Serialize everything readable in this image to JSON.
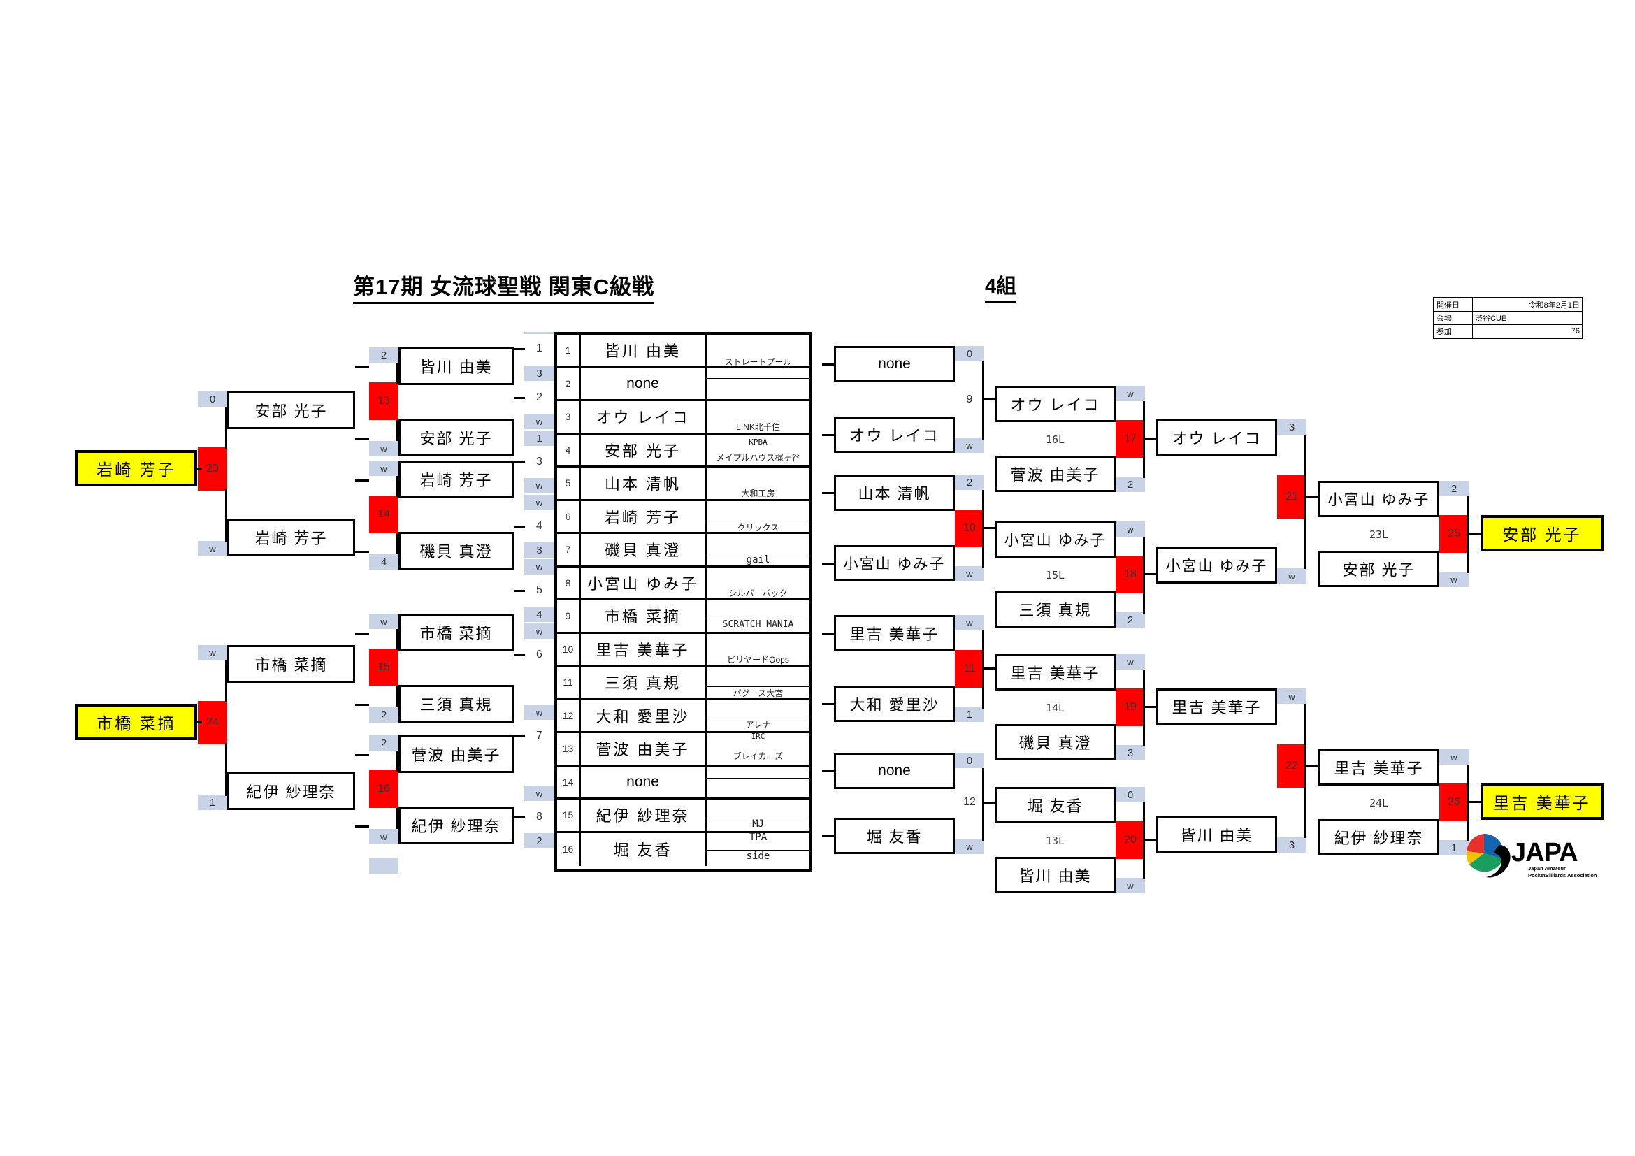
{
  "header": {
    "title": "第17期  女流球聖戦  関東C級戦",
    "group": "4組"
  },
  "info": {
    "rows": [
      {
        "label": "開催日",
        "value": "令和8年2月1日",
        "align": "right"
      },
      {
        "label": "会場",
        "value": "渋谷CUE",
        "align": "left"
      },
      {
        "label": "参加",
        "value": "76",
        "align": "right"
      }
    ]
  },
  "logo": {
    "wordmark": "JAPA",
    "line1": "Japan Amateur",
    "line2": "PocketBilliards Association"
  },
  "colors": {
    "highlight": "#ffff00",
    "match_active": "#ff0000",
    "score_cell": "#c9d3e8",
    "line": "#000000"
  },
  "entries": [
    {
      "no": "1",
      "name": "皆川  由美",
      "club": "ストレートプール"
    },
    {
      "no": "2",
      "name": "none",
      "club": ""
    },
    {
      "no": "3",
      "name": "オウ  レイコ",
      "club": "LINK北千住"
    },
    {
      "no": "4",
      "name": "安部  光子",
      "club": "KPBA",
      "club2": "メイプルハウス梶ヶ谷"
    },
    {
      "no": "5",
      "name": "山本  清帆",
      "club": "大和工房"
    },
    {
      "no": "6",
      "name": "岩崎  芳子",
      "club": "クリックス"
    },
    {
      "no": "7",
      "name": "磯貝  真澄",
      "club": "gail"
    },
    {
      "no": "8",
      "name": "小宮山  ゆみ子",
      "club": "シルバーバック"
    },
    {
      "no": "9",
      "name": "市橋  菜摘",
      "club": "SCRATCH MANIA"
    },
    {
      "no": "10",
      "name": "里吉  美華子",
      "club": "ビリヤードOops"
    },
    {
      "no": "11",
      "name": "三須  真規",
      "club": "バグース大宮"
    },
    {
      "no": "12",
      "name": "大和  愛里沙",
      "club": "アレナ",
      "club2": "IRC"
    },
    {
      "no": "13",
      "name": "菅波  由美子",
      "club": "ブレイカーズ"
    },
    {
      "no": "14",
      "name": "none",
      "club": ""
    },
    {
      "no": "15",
      "name": "紀伊  紗理奈",
      "club": "MJ",
      "club2": "TPA"
    },
    {
      "no": "16",
      "name": "堀  友香",
      "club": "side"
    }
  ],
  "left_seeds": [
    {
      "name": "岩崎  芳子"
    },
    {
      "name": "市橋  菜摘"
    }
  ],
  "right_winners": [
    {
      "name": "安部  光子"
    },
    {
      "name": "里吉  美華子"
    }
  ],
  "colA_scores": [
    "1",
    "3",
    "2",
    "w",
    "1",
    "3",
    "w",
    "w",
    "4",
    "3",
    "w",
    "5",
    "4",
    "w",
    "6",
    "",
    "w",
    "7",
    "",
    "w",
    "8",
    "2"
  ],
  "round1": [
    {
      "match": "13",
      "top": "皆川  由美",
      "bot": "安部  光子",
      "score_top": "2",
      "score_bot": "w"
    },
    {
      "match": "14",
      "top": "岩崎  芳子",
      "bot": "磯貝  真澄",
      "score_top": "w",
      "score_bot": "4"
    },
    {
      "match": "15",
      "top": "市橋  菜摘",
      "bot": "三須  真規",
      "score_top": "w",
      "score_bot": "2"
    },
    {
      "match": "16",
      "top": "菅波  由美子",
      "bot": "紀伊  紗理奈",
      "score_top": "2",
      "score_bot": "w"
    }
  ],
  "left_outer": [
    {
      "match": "23",
      "top": "安部  光子",
      "bot": "岩崎  芳子",
      "score_top": "0",
      "score_bot": "w",
      "seed": "岩崎  芳子"
    },
    {
      "match": "24",
      "top": "市橋  菜摘",
      "bot": "紀伊  紗理奈",
      "score_top": "w",
      "score_bot": "1",
      "seed": "市橋  菜摘"
    }
  ],
  "round2": [
    {
      "match": "9",
      "red": false,
      "top": "none",
      "bot": "オウ  レイコ",
      "score_top": "0",
      "score_bot": "w"
    },
    {
      "match": "10",
      "red": true,
      "top": "山本  清帆",
      "bot": "小宮山  ゆみ子",
      "score_top": "2",
      "score_bot": "w"
    },
    {
      "match": "11",
      "red": true,
      "top": "里吉  美華子",
      "bot": "大和  愛里沙",
      "score_top": "w",
      "score_bot": "1"
    },
    {
      "match": "12",
      "red": false,
      "top": "none",
      "bot": "堀  友香",
      "score_top": "0",
      "score_bot": "w"
    }
  ],
  "round3": [
    {
      "match": "17",
      "loser": "16L",
      "top": "オウ  レイコ",
      "bot": "菅波  由美子",
      "score_top": "w",
      "score_bot": "2"
    },
    {
      "match": "18",
      "loser": "15L",
      "top": "小宮山  ゆみ子",
      "bot": "三須  真規",
      "score_top": "w",
      "score_bot": "2"
    },
    {
      "match": "19",
      "loser": "14L",
      "top": "里吉  美華子",
      "bot": "磯貝  真澄",
      "score_top": "w",
      "score_bot": "3"
    },
    {
      "match": "20",
      "loser": "13L",
      "top": "堀  友香",
      "bot": "皆川  由美",
      "score_top": "0",
      "score_bot": "w"
    }
  ],
  "round4": [
    {
      "match": "21",
      "top": "オウ  レイコ",
      "bot": "小宮山  ゆみ子",
      "score_top": "3",
      "score_bot": "w"
    },
    {
      "match": "22",
      "top": "里吉  美華子",
      "bot": "皆川  由美",
      "score_top": "w",
      "score_bot": "3"
    }
  ],
  "round5": [
    {
      "match": "25",
      "loser": "23L",
      "top": "小宮山  ゆみ子",
      "bot": "安部  光子",
      "score_top": "2",
      "score_bot": "w",
      "winner": "安部  光子"
    },
    {
      "match": "26",
      "loser": "24L",
      "top": "里吉  美華子",
      "bot": "紀伊  紗理奈",
      "score_top": "w",
      "score_bot": "1",
      "winner": "里吉  美華子"
    }
  ]
}
